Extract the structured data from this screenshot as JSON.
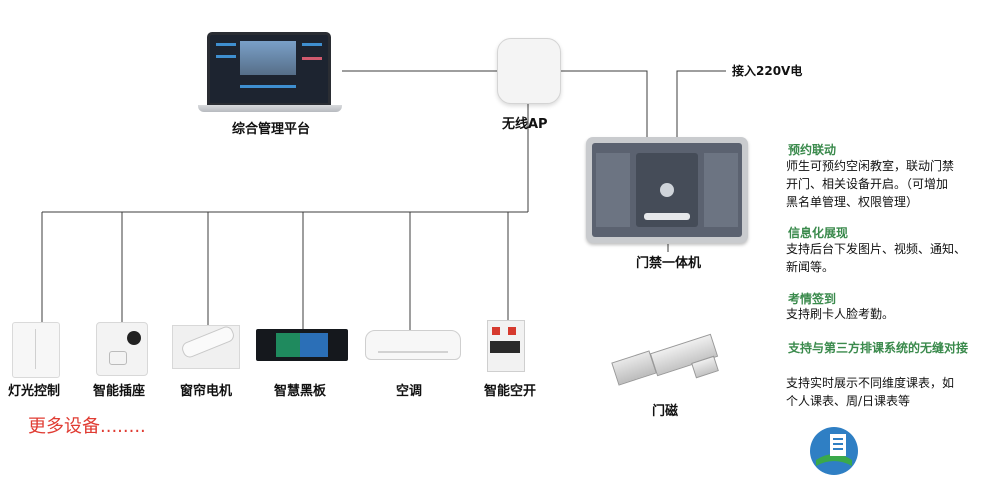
{
  "nodes": {
    "platform": "综合管理平台",
    "ap": "无线AP",
    "power": "接入220V电",
    "terminal": "门禁一体机",
    "magnet": "门磁"
  },
  "devices": [
    {
      "label": "灯光控制"
    },
    {
      "label": "智能插座"
    },
    {
      "label": "窗帘电机"
    },
    {
      "label": "智慧黑板"
    },
    {
      "label": "空调"
    },
    {
      "label": "智能空开"
    }
  ],
  "more": "更多设备........",
  "features": [
    {
      "title": "预约联动",
      "lines": [
        "师生可预约空闲教室，联动门禁",
        "开门、相关设备开启。（可增加",
        "黑名单管理、权限管理）"
      ]
    },
    {
      "title": "信息化展现",
      "lines": [
        "支持后台下发图片、视频、通知、",
        "新闻等。"
      ]
    },
    {
      "title": "考情签到",
      "lines": [
        "支持刷卡人脸考勤。"
      ]
    },
    {
      "title": "支持与第三方排课系统的无缝对接",
      "lines": [
        "支持实时展示不同维度课表，如",
        "个人课表、周/日课表等"
      ]
    }
  ],
  "colors": {
    "feature_title": "#3a8a4c",
    "more_text": "#e03c33",
    "line": "#3c3c3c"
  }
}
